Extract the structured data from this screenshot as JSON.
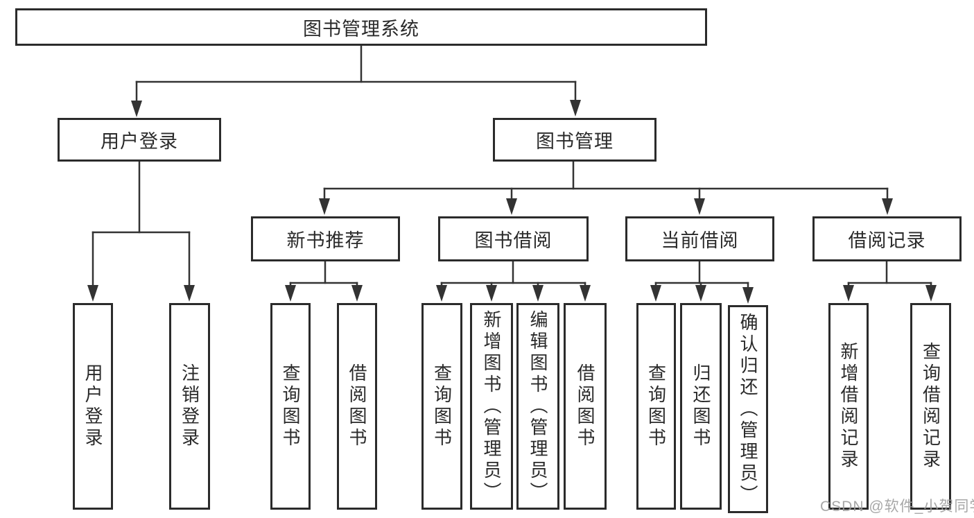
{
  "colors": {
    "background": "#ffffff",
    "line": "#333333",
    "box_border": "#2b2b2b",
    "text": "#2a2a2a",
    "watermark": "#9e9e9e"
  },
  "watermark": {
    "text": "CSDN @软件_小贺同学"
  },
  "tree": {
    "root": {
      "label": "图书管理系统"
    },
    "branches": [
      {
        "label": "用户登录",
        "children": [
          {
            "label": "用户登录"
          },
          {
            "label": "注销登录"
          }
        ]
      },
      {
        "label": "图书管理",
        "children": [
          {
            "label": "新书推荐",
            "children": [
              {
                "label": "查询图书"
              },
              {
                "label": "借阅图书"
              }
            ]
          },
          {
            "label": "图书借阅",
            "children": [
              {
                "label": "查询图书"
              },
              {
                "label": "新增图书（管理员）"
              },
              {
                "label": "编辑图书（管理员）"
              },
              {
                "label": "借阅图书"
              }
            ]
          },
          {
            "label": "当前借阅",
            "children": [
              {
                "label": "查询图书"
              },
              {
                "label": "归还图书"
              },
              {
                "label": "确认归还（管理员）"
              }
            ]
          },
          {
            "label": "借阅记录",
            "children": [
              {
                "label": "新增借阅记录"
              },
              {
                "label": "查询借阅记录"
              }
            ]
          }
        ]
      }
    ]
  }
}
